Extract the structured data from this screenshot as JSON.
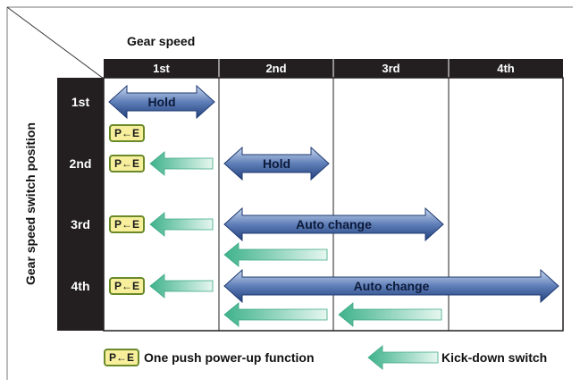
{
  "title_top": "Gear speed",
  "axis_left": "Gear speed switch position",
  "columns": [
    "1st",
    "2nd",
    "3rd",
    "4th"
  ],
  "rows": [
    "1st",
    "2nd",
    "3rd",
    "4th"
  ],
  "pe_label": "P←E",
  "hold_label": "Hold",
  "auto_label": "Auto change",
  "legend": {
    "pe_text": "One push power-up function",
    "kick_text": "Kick-down switch"
  },
  "colors": {
    "header_bg": "#231f20",
    "blue_dark": "#2f4f8f",
    "blue_light": "#b9cde6",
    "green_dark": "#4dbf9a",
    "green_light": "#d9f3ea",
    "pe_fill": "#f7ef9c"
  }
}
